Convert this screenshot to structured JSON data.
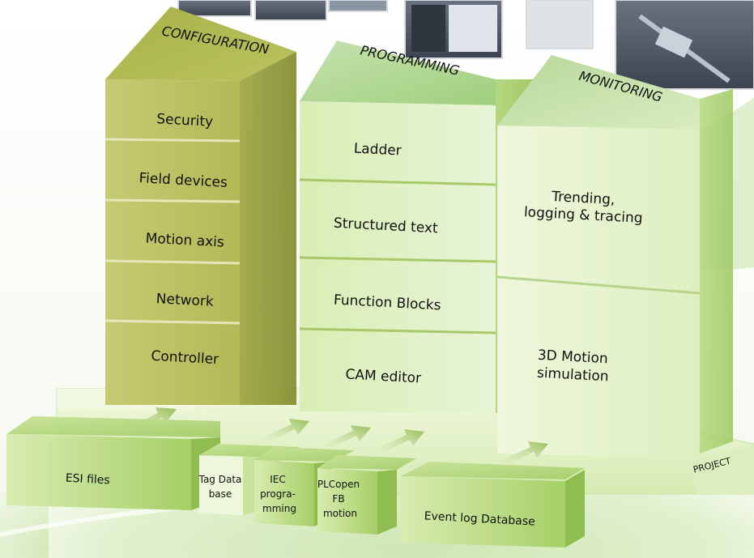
{
  "columns": {
    "configuration": {
      "title": "CONFIGURATION",
      "items": [
        "Security",
        "Field devices",
        "Motion axis",
        "Network",
        "Controller"
      ]
    },
    "programming": {
      "title": "PROGRAMMING",
      "items": [
        "Ladder",
        "Structured text",
        "Function Blocks",
        "CAM editor"
      ]
    },
    "monitoring": {
      "title": "MONITORING",
      "items": [
        "Trending,",
        "logging & tracing",
        "3D Motion",
        "simulation"
      ]
    }
  },
  "base": {
    "label": "PROJECT"
  },
  "sources": {
    "esi": "ESI files",
    "tag": [
      "Tag Data",
      "base"
    ],
    "iec": [
      "IEC",
      "progra-",
      "mming"
    ],
    "plcopen": [
      "PLCopen",
      "FB",
      "motion"
    ],
    "eventlog": "Event log Database"
  },
  "colors": {
    "configuration": "#b9bf5e",
    "programming": "#cfe8a8",
    "monitoring": "#e4f3c9",
    "platform": "#e6f3cf",
    "arrow": "#a9c770",
    "background_swoosh": "#9dd16a"
  }
}
